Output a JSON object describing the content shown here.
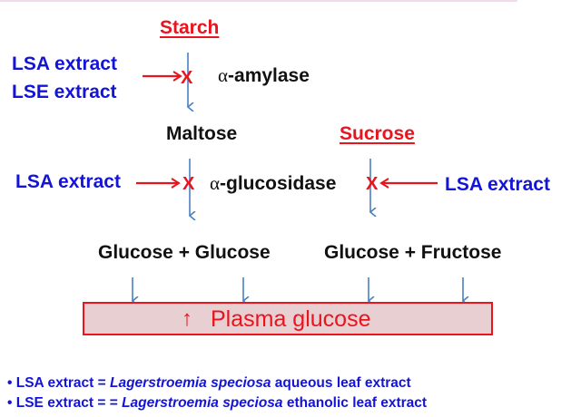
{
  "nodes": {
    "starch": "Starch",
    "maltose": "Maltose",
    "sucrose": "Sucrose",
    "glucose_glucose": "Glucose + Glucose",
    "glucose_fructose": "Glucose + Fructose",
    "plasma_glucose": "Plasma glucose",
    "plasma_arrow": "↑"
  },
  "enzymes": {
    "amylase_alpha": "α",
    "amylase": "-amylase",
    "glucosidase_alpha": "α",
    "glucosidase": "-glucosidase"
  },
  "inhibitors": {
    "top_line1": "LSA extract",
    "top_line2": "LSE extract",
    "middle_left": "LSA extract",
    "middle_right": "LSA extract",
    "block_mark": "X"
  },
  "footnotes": [
    {
      "bullet": "•",
      "prefix": "LSA extract = ",
      "species": "Lagerstroemia speciosa",
      "suffix": " aqueous leaf extract"
    },
    {
      "bullet": "•",
      "prefix": "LSE extract = = ",
      "species": "Lagerstroemia speciosa",
      "suffix": " ethanolic leaf extract"
    }
  ],
  "colors": {
    "inhibitor": "#1414d8",
    "substrate_title": "#e8141e",
    "flow_arrow": "#4a7fc1",
    "inhibit_arrow": "#e8141e",
    "plasma_fill": "#e8cfd1"
  }
}
